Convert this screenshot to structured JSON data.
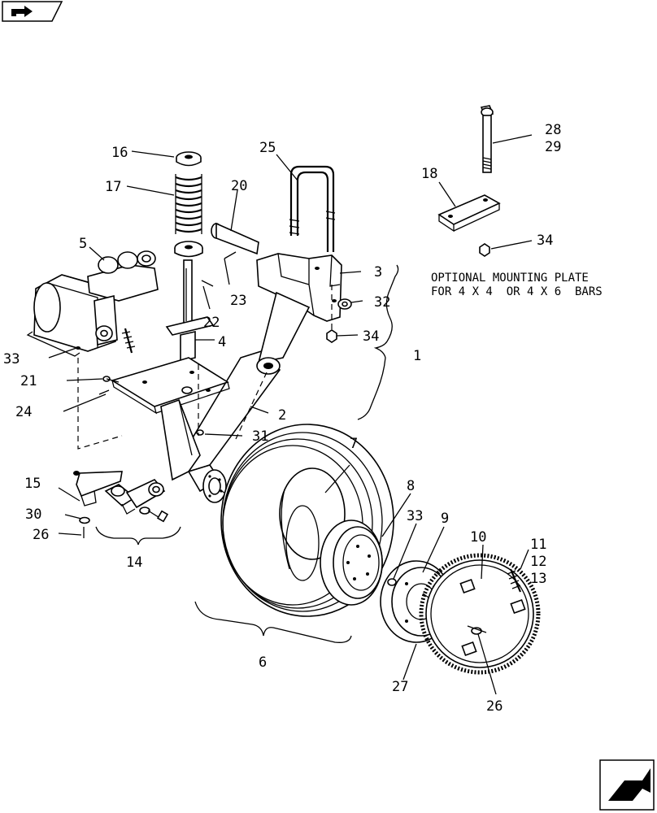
{
  "callouts": {
    "c1": "1",
    "c2": "2",
    "c3": "3",
    "c4": "4",
    "c5": "5",
    "c6": "6",
    "c7": "7",
    "c8": "8",
    "c9": "9",
    "c10": "10",
    "c11": "11",
    "c12": "12",
    "c13": "13",
    "c14": "14",
    "c15": "15",
    "c16": "16",
    "c17": "17",
    "c18": "18",
    "c20": "20",
    "c21": "21",
    "c22": "22",
    "c23": "23",
    "c24": "24",
    "c25": "25",
    "c26a": "26",
    "c26b": "26",
    "c27": "27",
    "c28": "28",
    "c29": "29",
    "c30": "30",
    "c31": "31",
    "c32": "32",
    "c33a": "33",
    "c33b": "33",
    "c34a": "34",
    "c34b": "34"
  },
  "note": {
    "line1": "OPTIONAL MOUNTING PLATE",
    "line2": "FOR 4 X 4  OR 4 X 6  BARS"
  },
  "icons": {
    "top_left": "back-arrow-icon",
    "bottom_right": "next-page-icon"
  }
}
